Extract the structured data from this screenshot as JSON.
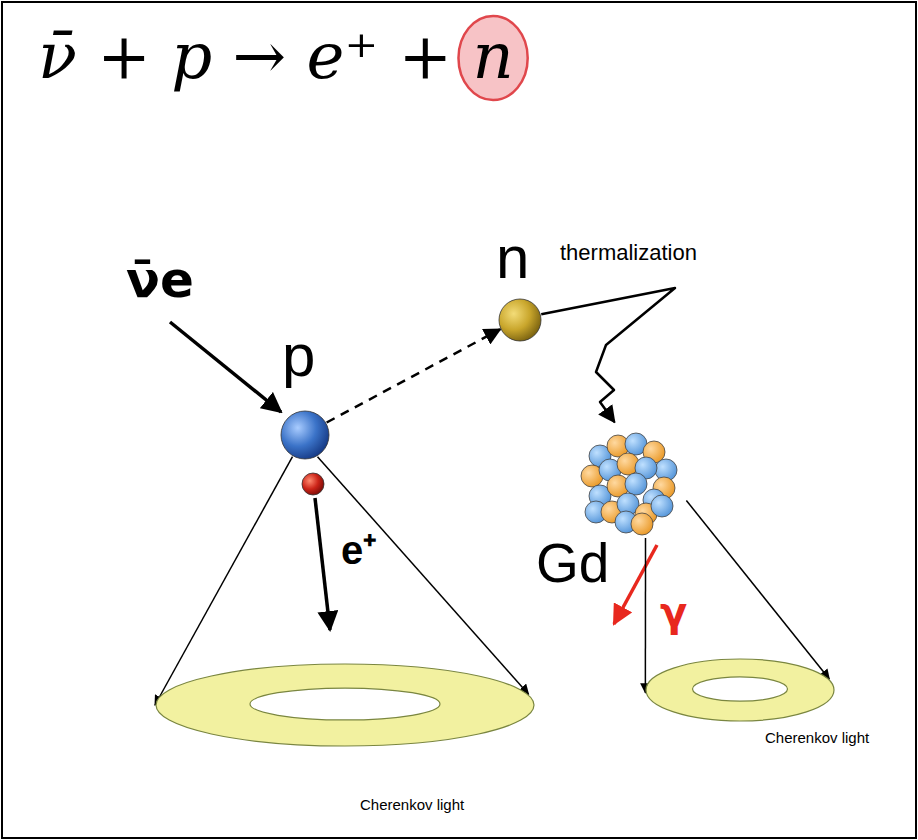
{
  "diagram": {
    "title": "ν̄ + p → e⁺ + n",
    "nodes": [
      {
        "text": [
          "p"
        ]
      },
      {
        "text": [
          "e⁺"
        ]
      },
      {
        "text": [
          "n"
        ]
      },
      {
        "text": [
          "Gd"
        ]
      },
      {
        "text": [
          "Cherenkov light"
        ]
      },
      {
        "text": [
          "Cherenkov light"
        ]
      }
    ],
    "edges": [
      {
        "from": 0,
        "to": 2,
        "arrow": "to"
      },
      {
        "from": 2,
        "to": 3,
        "arrow": "to"
      },
      {
        "from": 0,
        "to": 4,
        "arrow": "to"
      },
      {
        "from": 0,
        "to": 4,
        "arrow": "to"
      },
      {
        "from": 3,
        "to": 5,
        "arrow": "to"
      },
      {
        "from": 3,
        "to": 5,
        "arrow": "to"
      }
    ],
    "labels": [
      "ν̄e",
      "thermalization",
      "γ"
    ]
  }
}
